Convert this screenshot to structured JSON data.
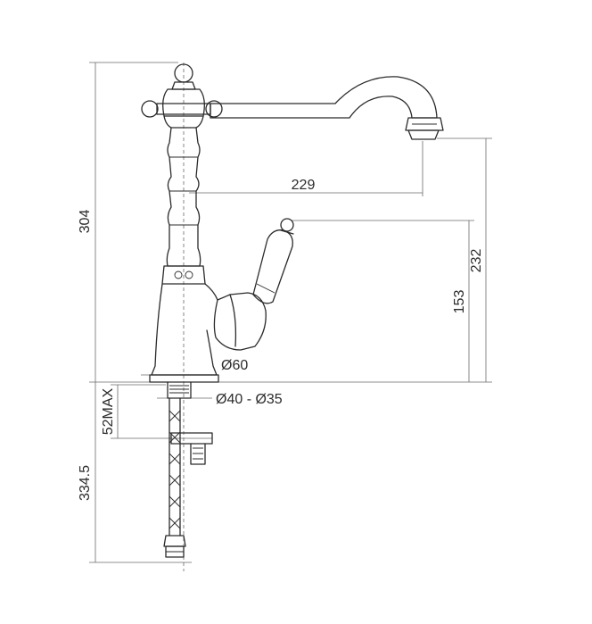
{
  "dimensions": {
    "total_height": "304",
    "spout_reach": "229",
    "spout_height": "232",
    "lever_height": "153",
    "base_diameter": "Ø60",
    "hole_diameter": "Ø40 - Ø35",
    "max_deck_thickness": "52MAX",
    "hose_length": "334.5"
  },
  "colors": {
    "line": "#2b2b2b",
    "dimension": "#6a6a6a"
  }
}
